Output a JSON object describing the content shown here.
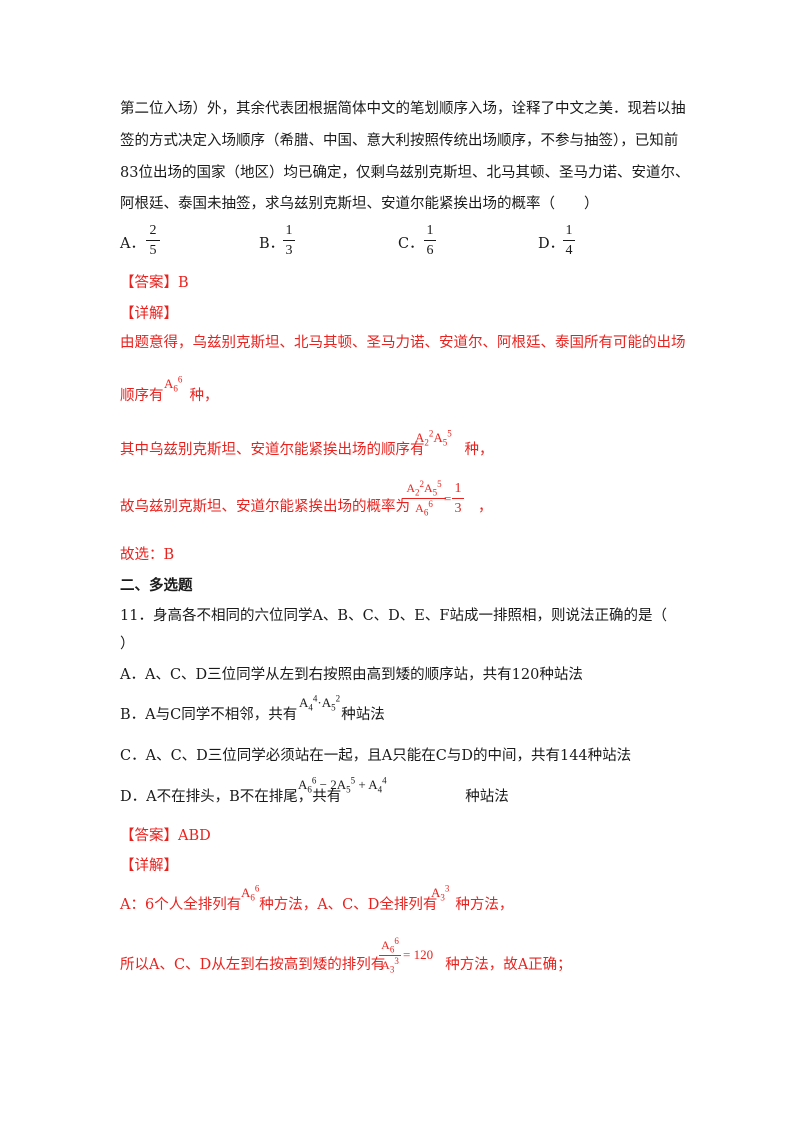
{
  "question10": {
    "lines": [
      "第二位入场）外，其余代表团根据简体中文的笔划顺序入场，诠释了中文之美．现若以抽",
      "签的方式决定入场顺序（希腊、中国、意大利按照传统出场顺序，不参与抽签），已知前",
      "83位出场的国家（地区）均已确定，仅剩乌兹别克斯坦、北马其顿、圣马力诺、安道尔、",
      "阿根廷、泰国未抽签，求乌兹别克斯坦、安道尔能紧挨出场的概率（　　）"
    ],
    "options": [
      {
        "label": "A．",
        "num": "2",
        "den": "5"
      },
      {
        "label": "B．",
        "num": "1",
        "den": "3"
      },
      {
        "label": "C．",
        "num": "1",
        "den": "6"
      },
      {
        "label": "D．",
        "num": "1",
        "den": "4"
      }
    ],
    "answer": "【答案】B",
    "detail_heading": "【详解】",
    "solution": {
      "line1": "由题意得，乌兹别克斯坦、北马其顿、圣马力诺、安道尔、阿根廷、泰国所有可能的出场",
      "line2_pre": "顺序有",
      "line2_post": "种，",
      "line3_pre": "其中乌兹别克斯坦、安道尔能紧挨出场的顺序有",
      "line3_post": "种，",
      "line4_pre": "故乌兹别克斯坦、安道尔能紧挨出场的概率为",
      "line4_post": "，",
      "result": "故选：B"
    },
    "math": {
      "A6_6": "A",
      "frac_num": "A",
      "frac_den": "A",
      "frac_val_num": "1",
      "frac_val_den": "3"
    }
  },
  "section_title": "二、多选题",
  "question11": {
    "stem": "11．身高各不相同的六位同学A、B、C、D、E、F站成一排照相，则说法正确的是（",
    "stem_close": "）",
    "optA": "A．A、C、D三位同学从左到右按照由高到矮的顺序站，共有120种站法",
    "optB_pre": "B．A与C同学不相邻，共有",
    "optB_post": "种站法",
    "optC": "C．A、C、D三位同学必须站在一起，且A只能在C与D的中间，共有144种站法",
    "optD_pre": "D．A不在排头，B不在排尾，共有",
    "optD_post": "种站法",
    "answer": "【答案】ABD",
    "detail_heading": "【详解】",
    "sol1_pre": "A：6个人全排列有",
    "sol1_mid": "种方法，A、C、D全排列有",
    "sol1_post": "种方法，",
    "sol2_pre": "所以A、C、D从左到右按高到矮的排列有",
    "sol2_post": "种方法，故A正确；",
    "sol2_val": "= 120"
  }
}
